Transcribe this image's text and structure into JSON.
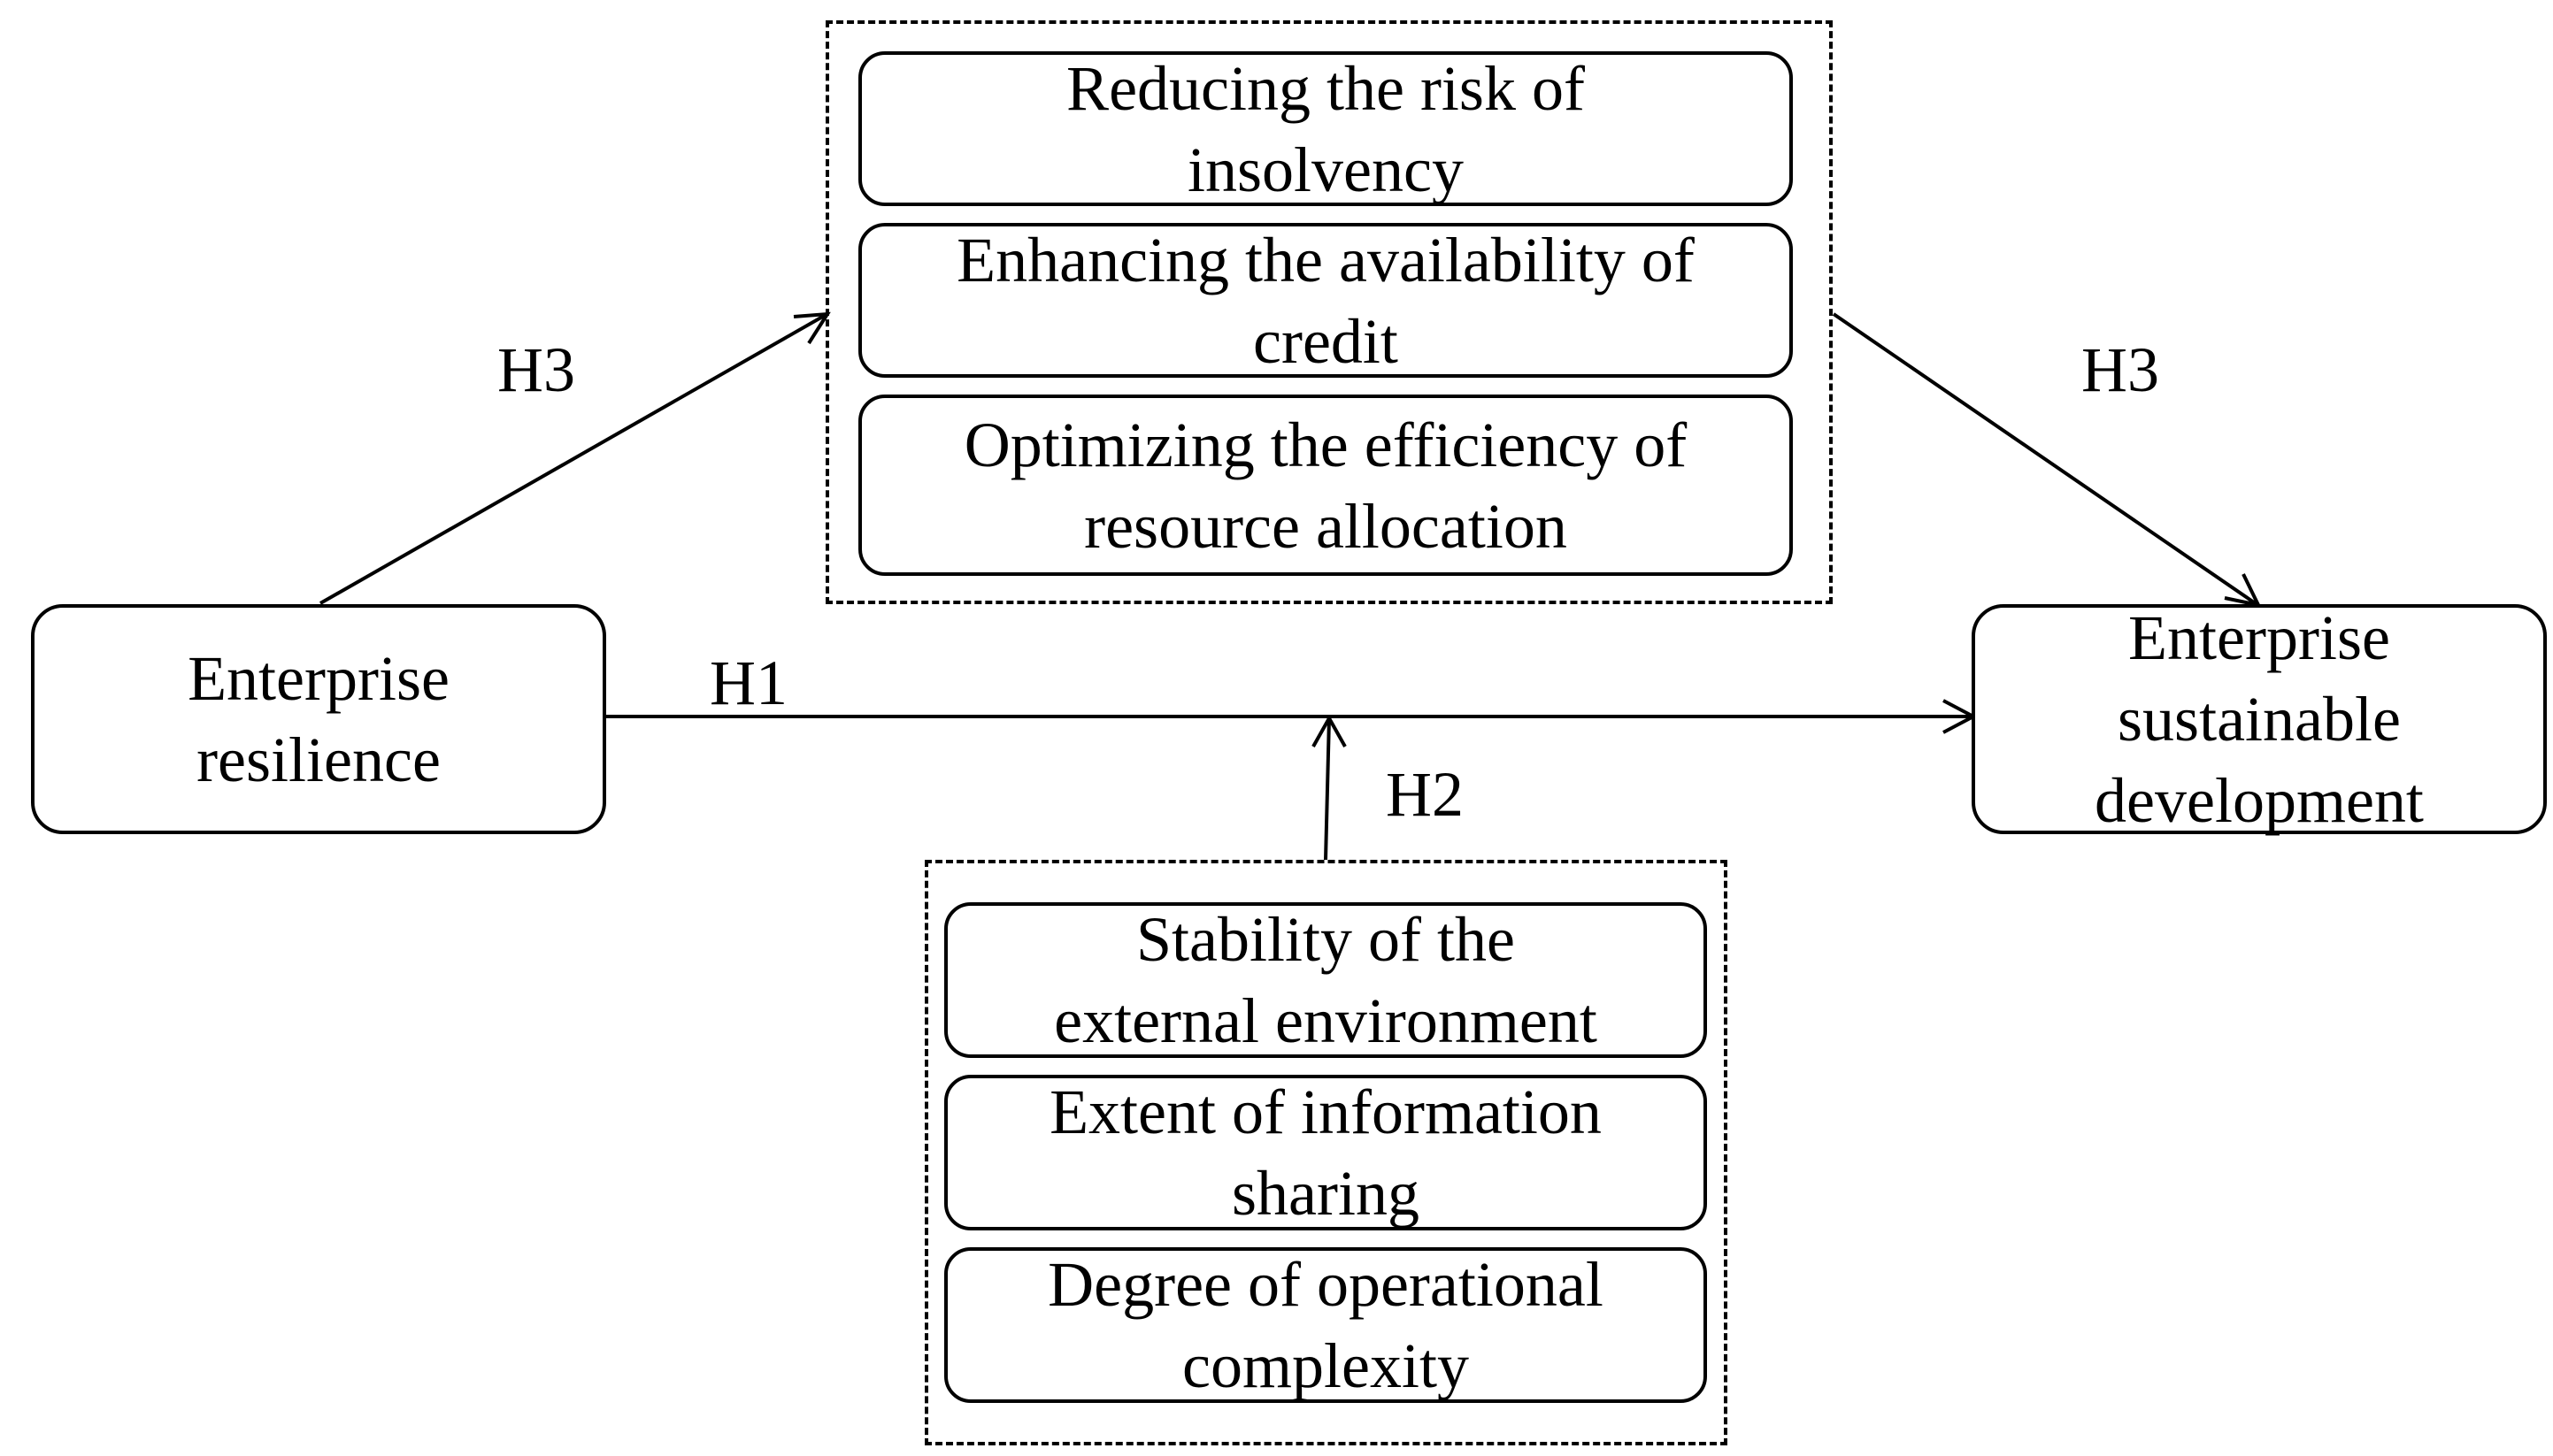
{
  "nodes": {
    "enterprise_resilience": "Enterprise resilience",
    "enterprise_resilience_lines": [
      "Enterprise",
      "resilience"
    ],
    "sustainable_development_lines": [
      "Enterprise",
      "sustainable",
      "development"
    ]
  },
  "mediators": [
    {
      "lines": [
        "Reducing the risk of",
        "insolvency"
      ]
    },
    {
      "lines": [
        "Enhancing the availability of",
        "credit"
      ]
    },
    {
      "lines": [
        "Optimizing the efficiency of",
        "resource allocation"
      ]
    }
  ],
  "moderators": [
    {
      "lines": [
        "Stability of the",
        "external environment"
      ]
    },
    {
      "lines": [
        "Extent of information",
        "sharing"
      ]
    },
    {
      "lines": [
        "Degree of operational",
        "complexity"
      ]
    }
  ],
  "hypotheses": {
    "h1": "H1",
    "h2": "H2",
    "h3_left": "H3",
    "h3_right": "H3"
  },
  "colors": {
    "stroke": "#000000",
    "background": "#ffffff"
  }
}
